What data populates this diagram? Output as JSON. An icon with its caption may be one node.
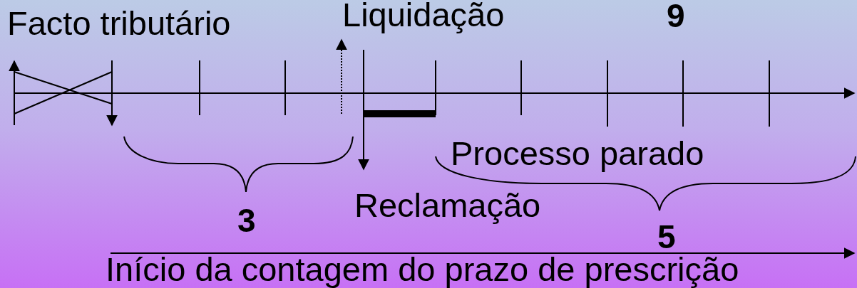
{
  "diagram": {
    "labels": [
      "Facto tributário",
      "Liquidação",
      "9",
      "Processo parado",
      "3",
      "Reclamação",
      "5",
      "Início da contagem do prazo de prescrição"
    ]
  }
}
